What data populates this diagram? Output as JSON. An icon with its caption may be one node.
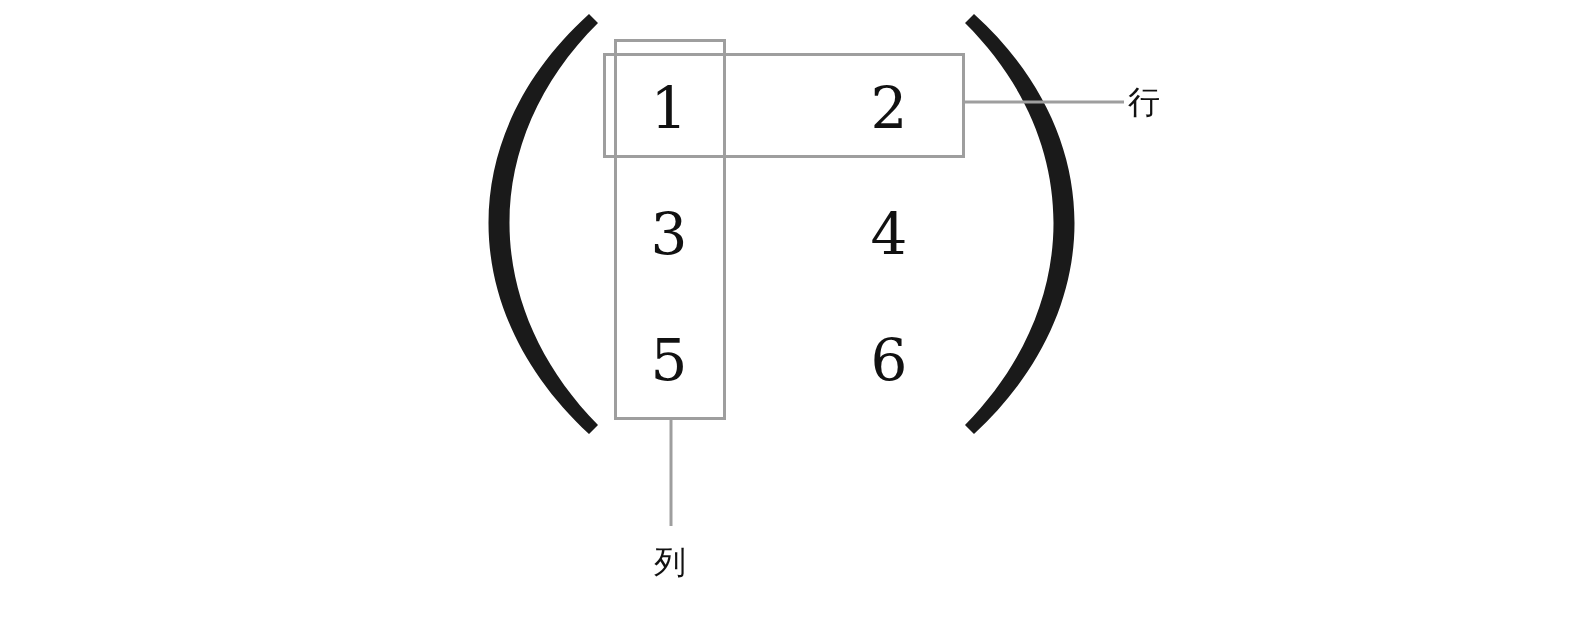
{
  "diagram": {
    "nodes": [
      {
        "text": [
          "行"
        ]
      },
      {
        "text": [],
        "shape": "box"
      },
      {
        "text": [
          "列"
        ]
      },
      {
        "text": [],
        "shape": "box"
      }
    ],
    "edges": [
      {
        "from": 0,
        "to": 1,
        "arrow": "none"
      },
      {
        "from": 2,
        "to": 3,
        "arrow": "none"
      }
    ],
    "labels": [
      "1",
      "2",
      "3",
      "4",
      "5",
      "6"
    ]
  }
}
